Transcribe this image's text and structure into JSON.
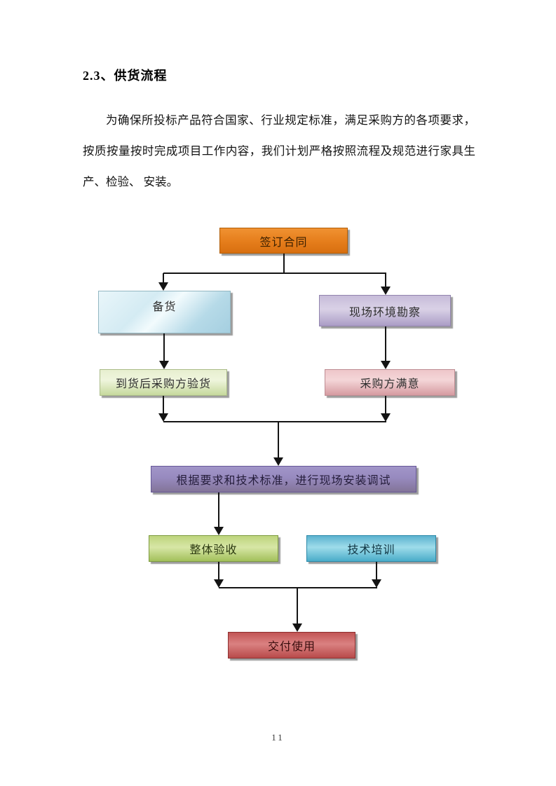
{
  "page": {
    "heading": "2.3、供货流程",
    "paragraph": "为确保所投标产品符合国家、行业规定标准，满足采购方的各项要求，按质按量按时完成项目工作内容，我们计划严格按照流程及规范进行家具生产、检验、 安装。",
    "page_number": "11",
    "background_color": "#ffffff"
  },
  "flowchart": {
    "nodes": [
      {
        "id": "sign-contract",
        "label": "签订合同",
        "fill": "#e5801f"
      },
      {
        "id": "prepare-goods",
        "label": "备货",
        "fill": "#c6e2ee"
      },
      {
        "id": "site-survey",
        "label": "现场环境勘察",
        "fill": "#bcb0d2"
      },
      {
        "id": "inspect-goods",
        "label": "到货后采购方验货",
        "fill": "#d9e6b6"
      },
      {
        "id": "purchaser-satisfied",
        "label": "采购方满意",
        "fill": "#e5b2b7"
      },
      {
        "id": "install-debug",
        "label": "根据要求和技术标准，进行现场安装调试",
        "fill": "#9184bd"
      },
      {
        "id": "overall-acceptance",
        "label": "整体验收",
        "fill": "#b8cf78"
      },
      {
        "id": "tech-training",
        "label": "技术培训",
        "fill": "#5fb8d6"
      },
      {
        "id": "delivery",
        "label": "交付使用",
        "fill": "#cc5f5f"
      }
    ],
    "edges": [
      {
        "from": "签订合同",
        "to": "备货"
      },
      {
        "from": "签订合同",
        "to": "现场环境勘察"
      },
      {
        "from": "备货",
        "to": "到货后采购方验货"
      },
      {
        "from": "现场环境勘察",
        "to": "采购方满意"
      },
      {
        "from": "到货后采购方验货",
        "to": "根据要求和技术标准，进行现场安装调试"
      },
      {
        "from": "采购方满意",
        "to": "根据要求和技术标准，进行现场安装调试"
      },
      {
        "from": "根据要求和技术标准，进行现场安装调试",
        "to": "整体验收"
      },
      {
        "from": "整体验收",
        "to": "交付使用"
      },
      {
        "from": "技术培训",
        "to": "交付使用"
      }
    ],
    "connector_color": "#141414"
  }
}
